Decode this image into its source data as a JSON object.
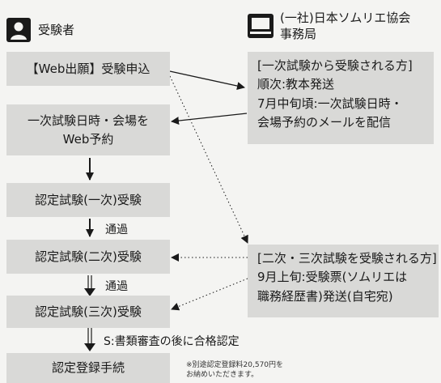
{
  "examinee": {
    "title": "受験者",
    "icon": "person-icon"
  },
  "association": {
    "title_line1": "(一社)日本ソムリエ協会",
    "title_line2": "事務局",
    "icon": "computer-icon"
  },
  "steps": {
    "apply": "【Web出願】受験申込",
    "reserve_line1": "一次試験日時・会場を",
    "reserve_line2": "Web予約",
    "first": "認定試験(一次)受験",
    "second": "認定試験(二次)受験",
    "third": "認定試験(三次)受験",
    "register": "認定登録手続"
  },
  "flow_labels": {
    "pass1": "通過",
    "pass2": "通過",
    "certify": "S:書類審査の後に合格認定"
  },
  "office_box1": {
    "line1": "[一次試験から受験される方]",
    "line2": "順次:教本発送",
    "line3": "7月中旬頃:一次試験日時・",
    "line4": "会場予約のメールを配信"
  },
  "office_box2": {
    "line1": "[二次・三次試験を受験される方]",
    "line2": "9月上旬:受験票(ソムリエは",
    "line3": "職務経歴書)発送(自宅宛)"
  },
  "fee_note": {
    "line1": "※別途認定登録料20,570円を",
    "line2": "お納めいただきます。"
  },
  "colors": {
    "box": "#d9d9d7",
    "background": "#f4f4f2",
    "ink": "#1a1a1a"
  }
}
